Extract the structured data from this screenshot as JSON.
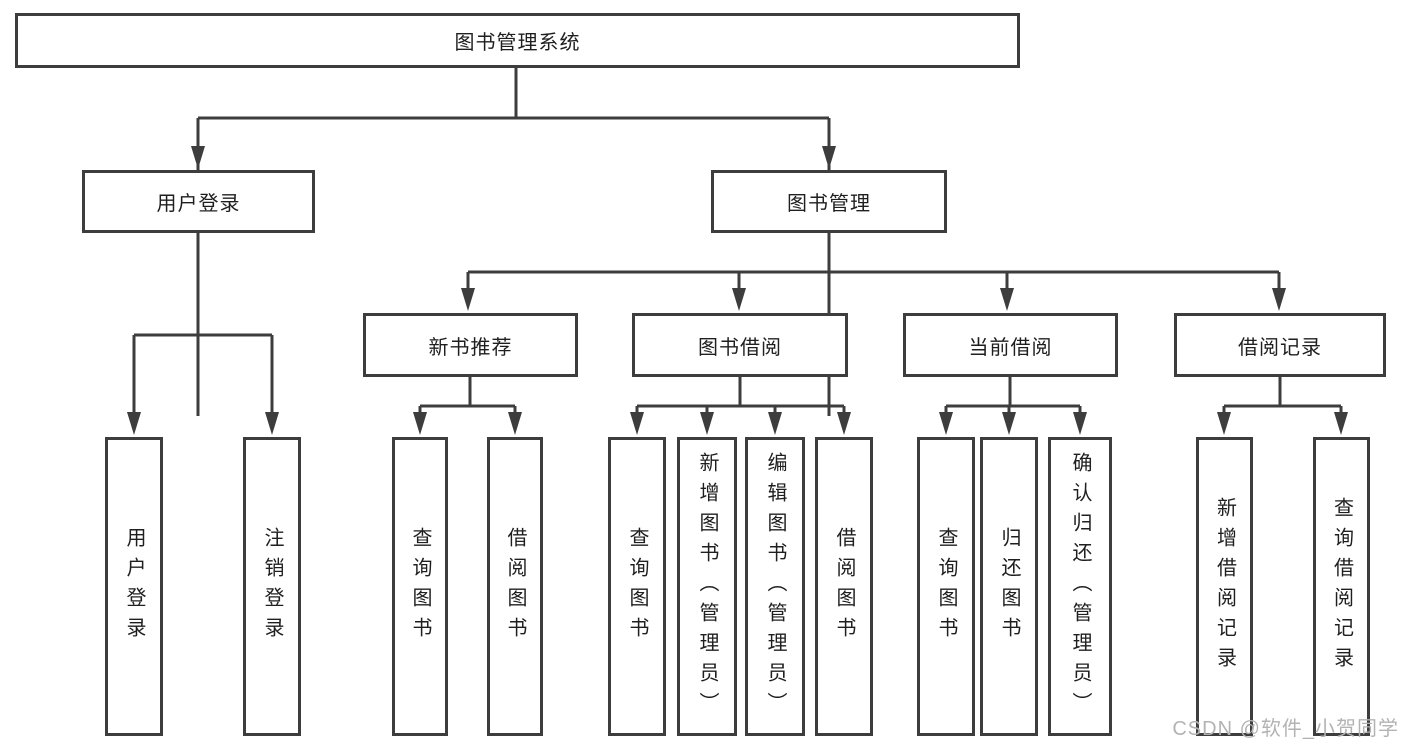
{
  "watermark": {
    "text": "CSDN @软件_小贺同学"
  },
  "colors": {
    "line": "#3d3d3d",
    "text": "#1f1f1f",
    "watermark": "#b3b3b3",
    "background": "#ffffff"
  },
  "tree": {
    "root": "图书管理系统",
    "branches": [
      {
        "label": "用户登录",
        "children": [
          "用户登录",
          "注销登录"
        ]
      },
      {
        "label": "图书管理",
        "children": [
          {
            "label": "新书推荐",
            "children": [
              "查询图书",
              "借阅图书"
            ]
          },
          {
            "label": "图书借阅",
            "children": [
              "查询图书",
              "新增图书（管理员）",
              "编辑图书（管理员）",
              "借阅图书"
            ]
          },
          {
            "label": "当前借阅",
            "children": [
              "查询图书",
              "归还图书",
              "确认归还（管理员）"
            ]
          },
          {
            "label": "借阅记录",
            "children": [
              "新增借阅记录",
              "查询借阅记录"
            ]
          }
        ]
      }
    ]
  }
}
